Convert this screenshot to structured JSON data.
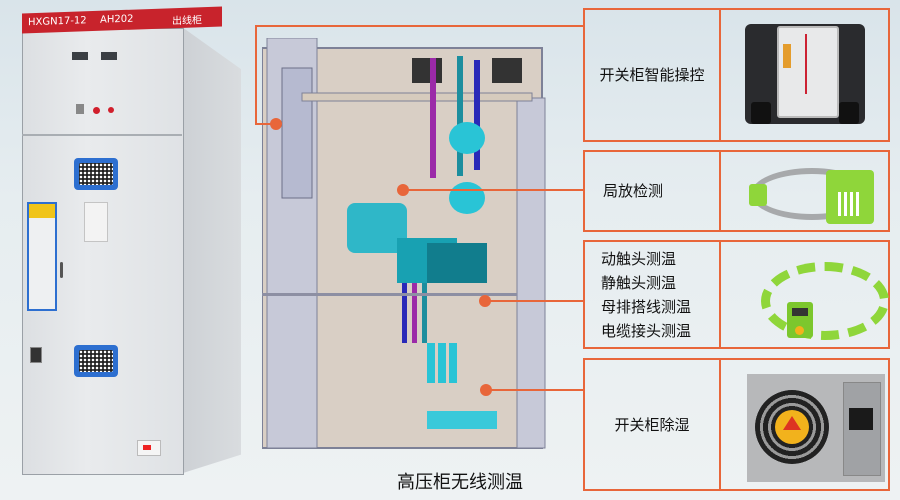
{
  "cabinet": {
    "model": "HXGN17-12",
    "panel_id": "AH202",
    "panel_type": "出线柜"
  },
  "diagram": {
    "caption": "高压柜无线测温"
  },
  "features": [
    {
      "label_lines": [
        "开关柜智能操控"
      ],
      "icon": "smart-controller-device"
    },
    {
      "label_lines": [
        "局放检测"
      ],
      "icon": "partial-discharge-sensor"
    },
    {
      "label_lines": [
        "动触头测温",
        "静触头测温",
        "母排搭线测温",
        "电缆接头测温"
      ],
      "icon": "wireless-temperature-sensor-strap"
    },
    {
      "label_lines": [
        "开关柜除湿"
      ],
      "icon": "dehumidifier-device"
    }
  ],
  "colors": {
    "accent": "#e8663a",
    "cabinet_header": "#c8232c",
    "vent_blue": "#2d6fd0",
    "sensor_green": "#8fd63a"
  }
}
